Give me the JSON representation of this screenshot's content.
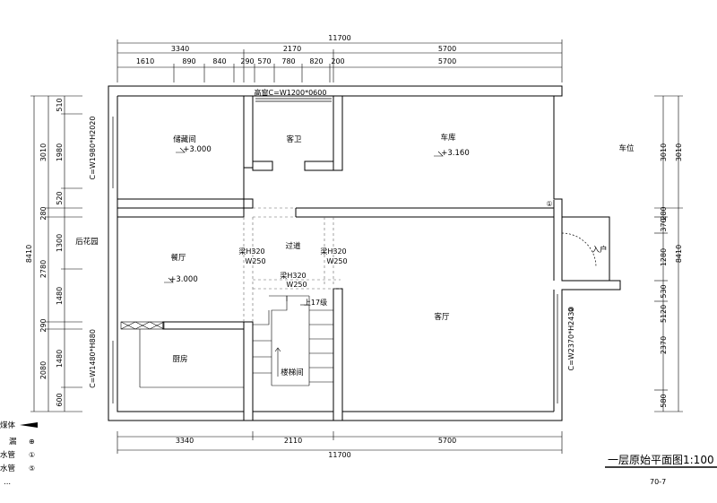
{
  "dimensions": {
    "top_total": "11700",
    "top_row1": [
      "3340",
      "2170",
      "5700"
    ],
    "top_row2": [
      "1610",
      "890",
      "840",
      "290",
      "570",
      "780",
      "820",
      "200",
      "5700"
    ],
    "bottom_row": [
      "3340",
      "2110",
      "5700"
    ],
    "bottom_total": "11700",
    "left_total": "8410",
    "left_row1": [
      "3010",
      "280",
      "2780",
      "290",
      "2080"
    ],
    "left_row2": [
      "510",
      "1980",
      "520",
      "1300",
      "1480",
      "1480",
      "600"
    ],
    "right_total": "8410",
    "right_row1": [
      "3010",
      "5120"
    ],
    "right_row2": [
      "3010",
      "370",
      "280",
      "1280",
      "530",
      "2370",
      "580"
    ]
  },
  "rooms": {
    "storage": "储藏间",
    "storage_level": "+3.000",
    "guest_wc": "客卫",
    "garage": "车库",
    "garage_level": "+3.160",
    "parking": "车位",
    "back_garden": "后花园",
    "dining": "餐厅",
    "dining_level": "+3.000",
    "corridor": "过道",
    "entrance": "入户",
    "living": "客厅",
    "kitchen": "厨房",
    "stair": "楼梯间",
    "stair_up": "上17级"
  },
  "annotations": {
    "high_window": "高窗C=W1200*0600",
    "window_storage": "C=W1980*H2020",
    "window_kitchen": "C=W1480*H880",
    "window_living": "C=W2370*H2430",
    "beam_left": [
      "梁H320",
      "W250"
    ],
    "beam_mid": [
      "梁H320",
      "W250"
    ],
    "beam_right": [
      "梁H320",
      "W250"
    ],
    "marker_garage": "①",
    "marker_living": "②"
  },
  "legend": {
    "items": [
      "煤体",
      "漏",
      "水管",
      "水管",
      "..."
    ],
    "symbols": [
      "",
      "⊕",
      "①",
      "⑤",
      ""
    ]
  },
  "title": "一层原始平面图1:100",
  "title_sub": "70-7"
}
